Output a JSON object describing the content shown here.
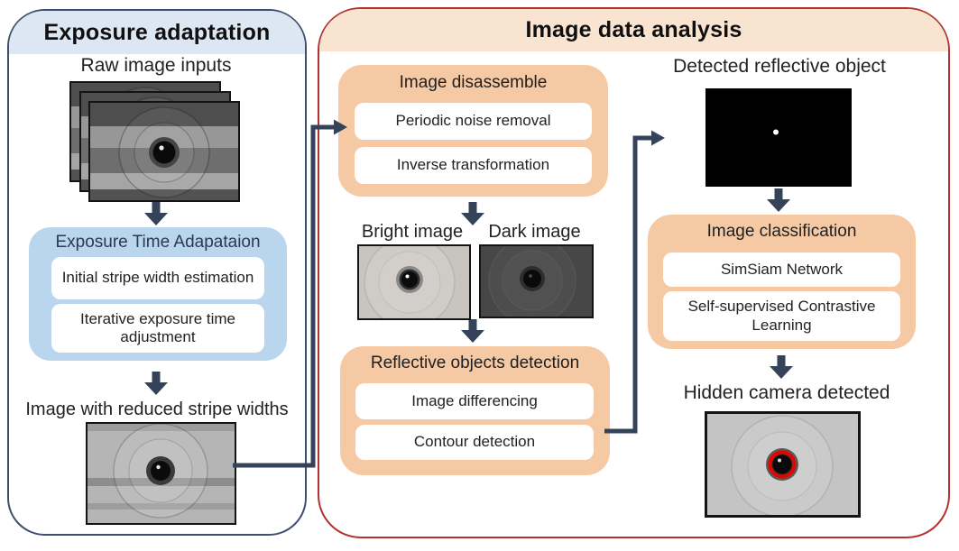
{
  "colors": {
    "left_border": "#3e4f6e",
    "left_band": "#dde7f3",
    "blue_box": "#b9d6ee",
    "right_border": "#b23230",
    "right_band": "#f9e4d2",
    "orange_box": "#f5c9a3",
    "arrow": "#34435a",
    "detection_ring": "#e60400"
  },
  "icons": {
    "down_arrow": "solid block arrow pointing down",
    "flow_connector": "elbow connector arrow with right-pointing head"
  },
  "left_panel": {
    "title": "Exposure adaptation",
    "raw_label": "Raw image inputs",
    "adaptation_box": {
      "title": "Exposure Time Adapataion",
      "steps": [
        "Initial stripe width estimation",
        "Iterative exposure time adjustment"
      ]
    },
    "reduced_label": "Image with reduced stripe widths"
  },
  "right_panel": {
    "title": "Image data analysis",
    "disassemble_box": {
      "title": "Image disassemble",
      "steps": [
        "Periodic noise removal",
        "Inverse transformation"
      ]
    },
    "bright_label": "Bright image",
    "dark_label": "Dark image",
    "reflective_box": {
      "title": "Reflective objects detection",
      "steps": [
        "Image differencing",
        "Contour detection"
      ]
    },
    "detected_label": "Detected reflective object",
    "classification_box": {
      "title": "Image classification",
      "steps": [
        "SimSiam Network",
        "Self-supervised Contrastive Learning"
      ]
    },
    "hidden_label": "Hidden camera detected"
  }
}
